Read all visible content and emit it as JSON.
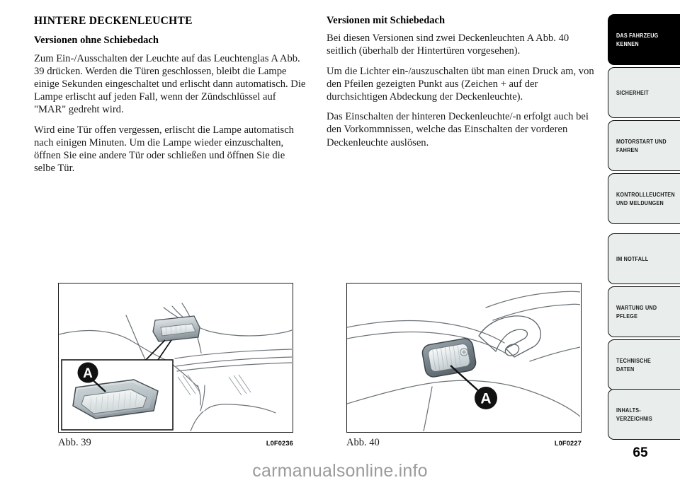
{
  "document": {
    "page_number": "65",
    "watermark": "carmanualsonline.info"
  },
  "left_column": {
    "section_title": "HINTERE DECKENLEUCHTE",
    "sub_title": "Versionen ohne Schiebedach",
    "paragraphs": [
      "Zum Ein-/Ausschalten der Leuchte auf das Leuchtenglas A Abb. 39 drücken. Werden die Türen geschlossen, bleibt die Lampe einige Sekunden eingeschaltet und erlischt dann automatisch. Die Lampe erlischt auf jeden Fall, wenn der Zündschlüssel auf \"MAR\" gedreht wird.",
      "Wird eine Tür offen vergessen, erlischt die Lampe automatisch nach einigen Minuten. Um die Lampe wieder einzuschalten, öffnen Sie eine andere Tür oder schließen und öffnen Sie die selbe Tür."
    ]
  },
  "right_column": {
    "sub_title": "Versionen mit Schiebedach",
    "paragraphs": [
      "Bei diesen Versionen sind zwei Deckenleuchten A Abb. 40 seitlich (überhalb der Hintertüren vorgesehen).",
      "Um die Lichter ein-/auszuschalten übt man einen Druck am, von den Pfeilen gezeigten Punkt aus (Zeichen + auf der durchsichtigen Abdeckung der Deckenleuchte).",
      "Das Einschalten der hinteren Deckenleuchte/-n erfolgt auch bei den Vorkommnissen, welche das Einschalten der vorderen Deckenleuchte auslösen."
    ]
  },
  "figures": [
    {
      "id": "figure-39",
      "label": "Abb. 39",
      "code": "L0F0236",
      "callout": "A",
      "description": "roof-interior-lamp-rear-illustration"
    },
    {
      "id": "figure-40",
      "label": "Abb. 40",
      "code": "L0F0227",
      "callout": "A",
      "description": "side-ceiling-lamp-illustration"
    }
  ],
  "sidebar": {
    "tabs": [
      {
        "label": "DAS FAHRZEUG\nKENNEN",
        "active": true
      },
      {
        "label": "SICHERHEIT",
        "active": false
      },
      {
        "label": "MOTORSTART UND\nFAHREN",
        "active": false
      },
      {
        "label": "KONTROLLLEUCHTEN\nUND MELDUNGEN",
        "active": false
      },
      {
        "label": "IM NOTFALL",
        "active": false
      },
      {
        "label": "WARTUNG UND\nPFLEGE",
        "active": false
      },
      {
        "label": "TECHNISCHE\nDATEN",
        "active": false
      },
      {
        "label": "INHALTS-\nVERZEICHNIS",
        "active": false
      }
    ]
  },
  "colors": {
    "tab_inactive_bg": "#e9eeed",
    "tab_active_bg": "#000000",
    "tab_border": "#111111",
    "text": "#1a1a1a",
    "watermark": "#9b9b9b"
  }
}
